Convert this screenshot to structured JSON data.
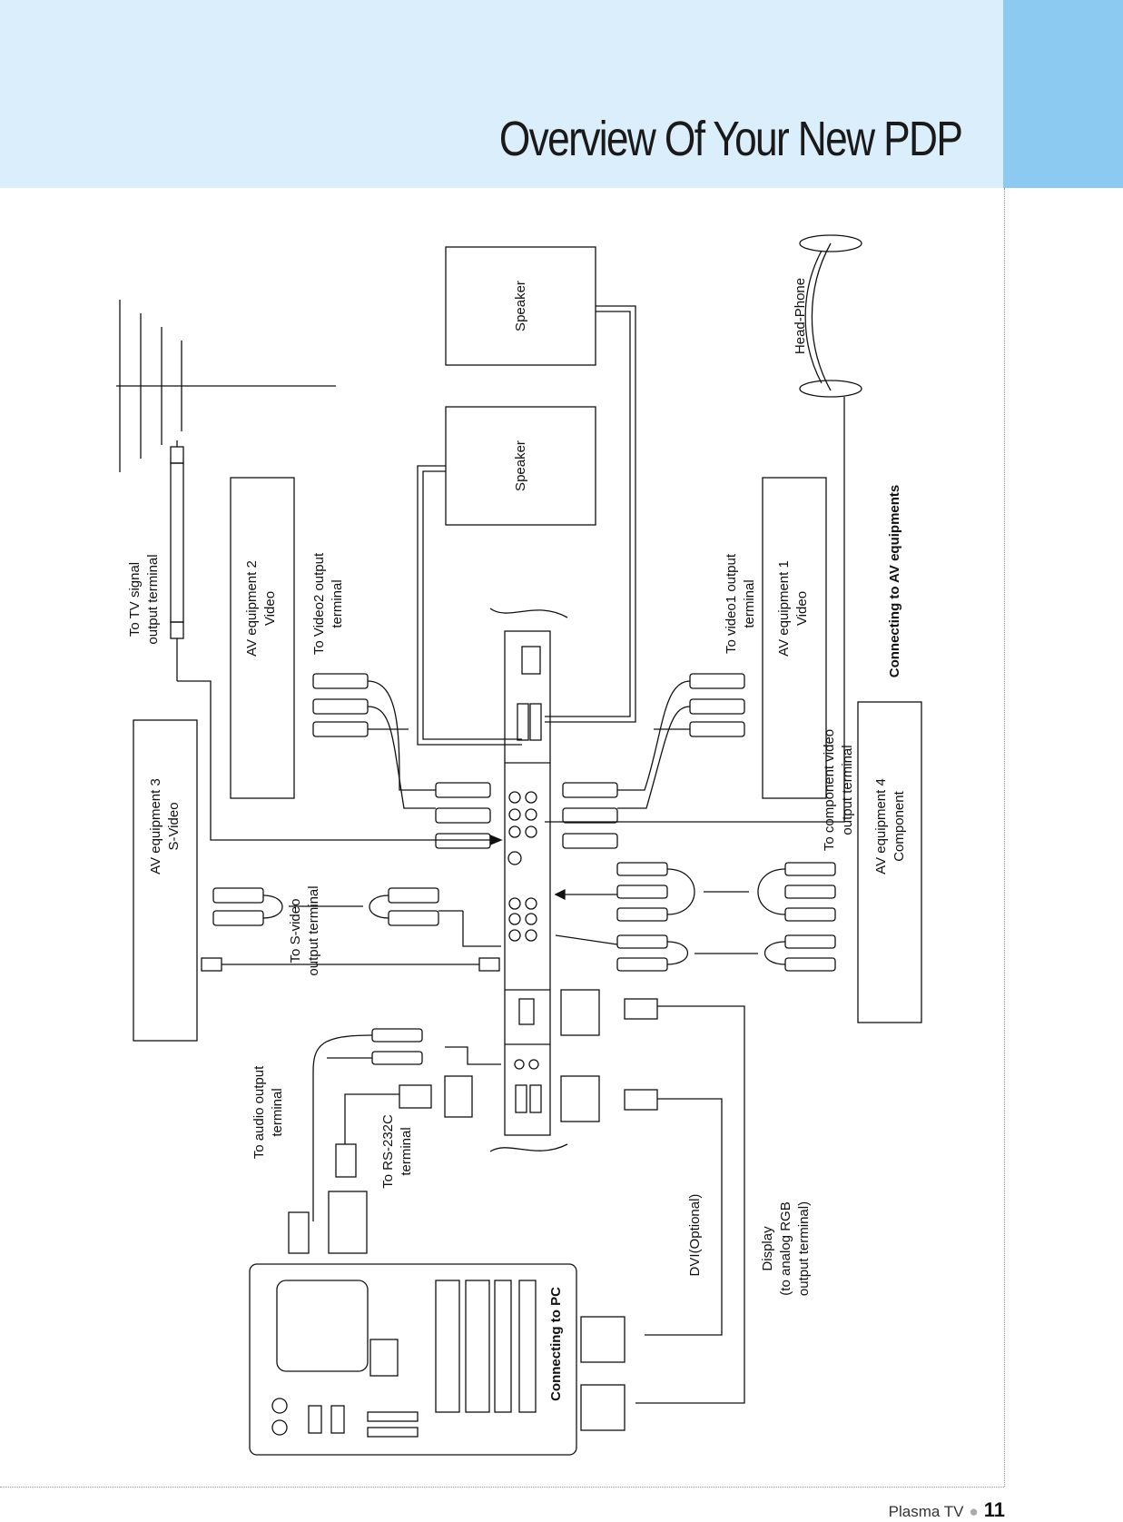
{
  "header": {
    "title": "Overview Of Your New PDP"
  },
  "footer": {
    "product": "Plasma TV",
    "page": "11"
  },
  "labels": {
    "speaker_top": "Speaker",
    "speaker_bottom": "Speaker",
    "headphone": "Head-Phone",
    "connecting_av": "Connecting to AV equipments",
    "connecting_pc": "Connecting to PC",
    "tv_signal_1": "To TV signal",
    "tv_signal_2": "output terminal",
    "av2_1": "AV equipment 2",
    "av2_2": "Video",
    "video2_1": "To Video2 output",
    "video2_2": "terminal",
    "av3_1": "AV equipment 3",
    "av3_2": "S-Video",
    "svideo_1": "To S-video",
    "svideo_2": "output terminal",
    "audio_1": "To audio output",
    "audio_2": "terminal",
    "rs232_1": "To RS-232C",
    "rs232_2": "terminal",
    "dvi": "DVI(Optional)",
    "display_1": "Display",
    "display_2": "(to analog RGB",
    "display_3": "output terminal)",
    "av1_1": "AV equipment 1",
    "av1_2": "Video",
    "video1_1": "To video1 output",
    "video1_2": "terminal",
    "av4_1": "AV equipment 4",
    "av4_2": "Component",
    "comp_1": "To component video",
    "comp_2": "output terminal"
  }
}
